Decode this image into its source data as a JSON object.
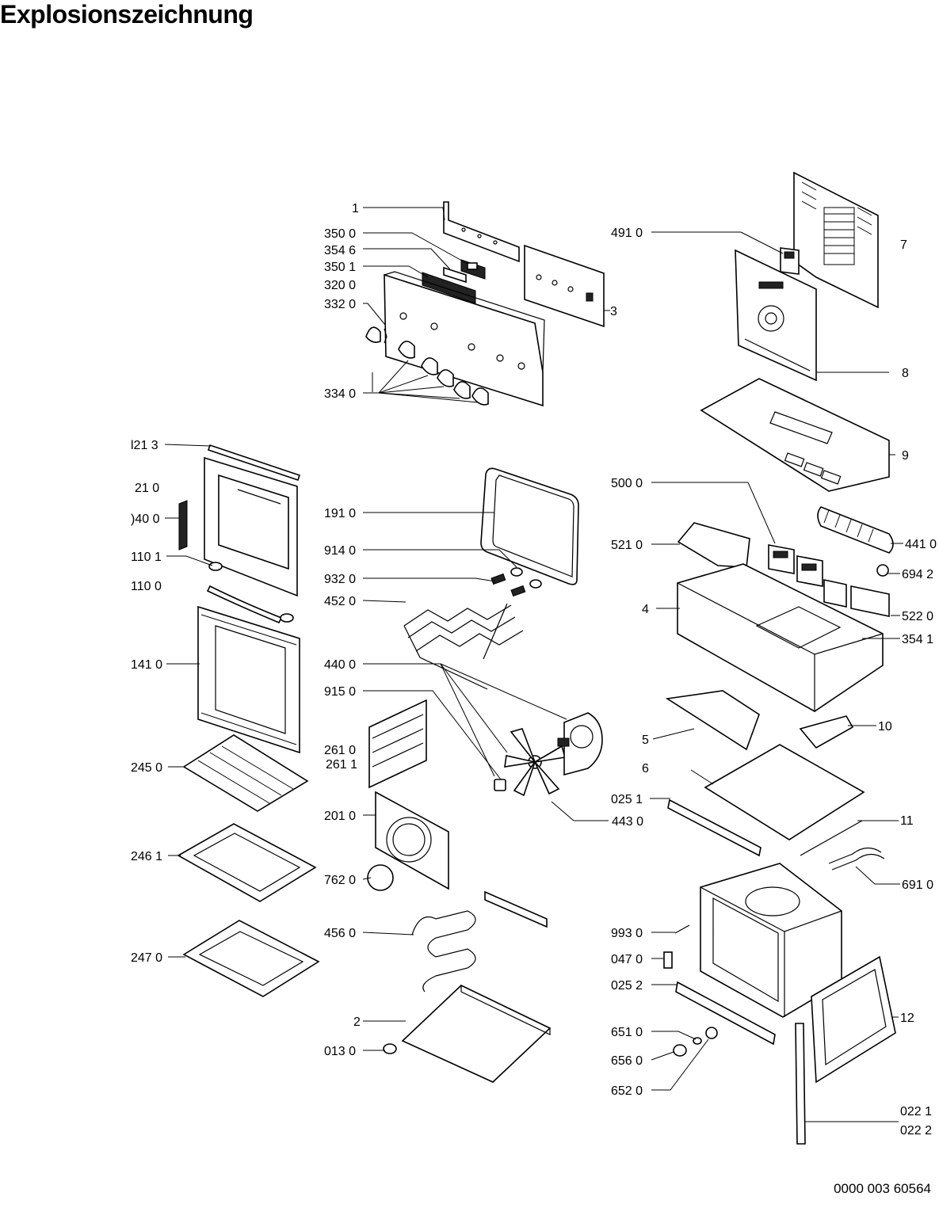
{
  "title": "Explosionszeichnung",
  "document_number": "0000 003 60564",
  "callouts": {
    "c1": "1",
    "c350_0": "350 0",
    "c354_6": "354 6",
    "c350_1": "350 1",
    "c320_0": "320 0",
    "c332_0": "332 0",
    "c334_0": "334 0",
    "c3": "3",
    "c491_0": "491 0",
    "c7": "7",
    "c8": "8",
    "c9": "9",
    "c121_3": "l21 3",
    "c21_0": "21 0",
    "c040_0": ")40 0",
    "c110_1": "110 1",
    "c110_0": "110 0",
    "c141_0": "141 0",
    "c245_0": "245 0",
    "c246_1": "246 1",
    "c247_0": "247 0",
    "c191_0": "191 0",
    "c914_0": "914 0",
    "c932_0": "932 0",
    "c452_0": "452 0",
    "c440_0": "440 0",
    "c915_0": "915 0",
    "c261_0": "261 0",
    "c261_1": "261 1",
    "c201_0": "201 0",
    "c762_0": "762 0",
    "c456_0": "456 0",
    "c2": "2",
    "c013_0": "013 0",
    "c443_0": "443 0",
    "c500_0": "500 0",
    "c521_0": "521 0",
    "c441_0": "441 0",
    "c694_2": "694 2",
    "c4": "4",
    "c522_0": "522 0",
    "c354_1": "354 1",
    "c5": "5",
    "c10": "10",
    "c6": "6",
    "c025_1": "025 1",
    "c11": "11",
    "c691_0": "691 0",
    "c993_0": "993 0",
    "c047_0": "047 0",
    "c025_2": "025 2",
    "c12": "12",
    "c651_0": "651 0",
    "c656_0": "656 0",
    "c652_0": "652 0",
    "c022_1": "022 1",
    "c022_2": "022 2"
  }
}
